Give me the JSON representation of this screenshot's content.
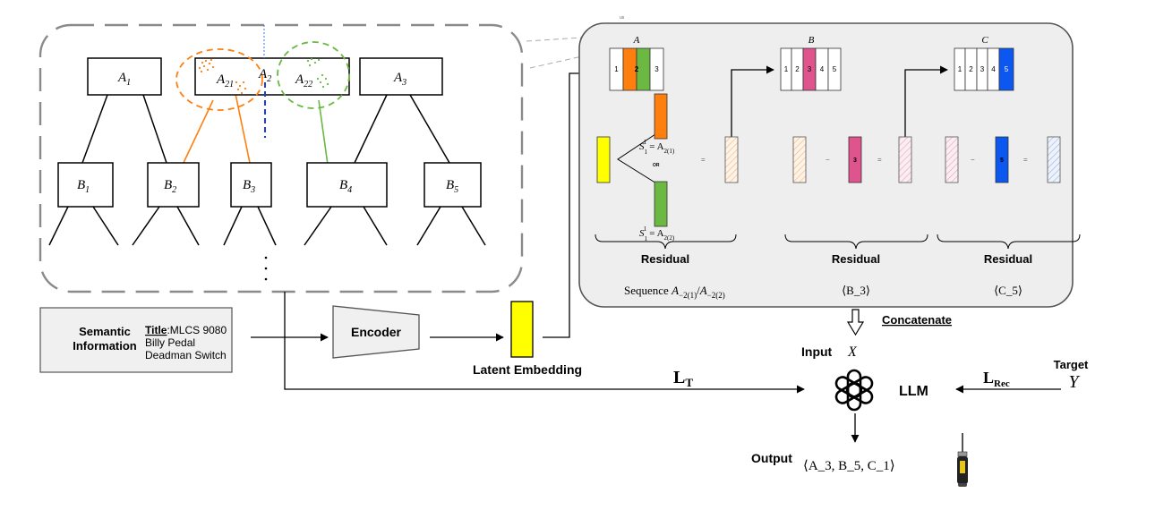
{
  "tree": {
    "root_nodes": [
      {
        "base": "A",
        "sub": "1"
      },
      {
        "base": "A",
        "sub": "2"
      },
      {
        "base": "A",
        "sub": "3"
      }
    ],
    "sub_clusters": [
      {
        "base": "A",
        "sub": "21"
      },
      {
        "base": "A",
        "sub": "22"
      }
    ],
    "child_nodes": [
      {
        "base": "B",
        "sub": "1"
      },
      {
        "base": "B",
        "sub": "2"
      },
      {
        "base": "B",
        "sub": "3"
      },
      {
        "base": "B",
        "sub": "4"
      },
      {
        "base": "B",
        "sub": "5"
      }
    ]
  },
  "semantic": {
    "label_line1": "Semantic",
    "label_line2": "Information",
    "title_key": "Title",
    "title_value": ":MLCS 9080",
    "line2": "Billy Pedal",
    "line3": "Deadman Switch"
  },
  "encoder_label": "Encoder",
  "latent_label": "Latent Embedding",
  "codebooks": {
    "small_mark": "us",
    "A": {
      "title": "A",
      "cells": [
        "1",
        "2",
        "3"
      ]
    },
    "B": {
      "title": "B",
      "cells": [
        "1",
        "2",
        "3",
        "4",
        "5"
      ]
    },
    "C": {
      "title": "C",
      "cells": [
        "1",
        "2",
        "3",
        "4",
        "5"
      ]
    }
  },
  "residual": {
    "s1_top": "S",
    "s1_top_sup": "1",
    "s1_top_sub": "1",
    "s1_top_rhs": "= A",
    "s1_top_rhs_sub": "2(1)",
    "or_label": "OR",
    "s1_bot": "S",
    "s1_bot_sup": "1",
    "s1_bot_sub": "1",
    "s1_bot_rhs": "= A",
    "s1_bot_rhs_sub": "2(2)",
    "equals": "=",
    "minus": "−",
    "mid_bar_label": "3",
    "right_bar_label": "5",
    "labels": [
      "Residual",
      "Residual",
      "Residual"
    ],
    "seq_word": "Sequence ",
    "seq_a": "A",
    "seq_a_sub": "−2(1)",
    "seq_slash": "/",
    "seq_b": "A",
    "seq_b_sub": "−2(2)",
    "seq_b3": "⟨B_3⟩",
    "seq_c5": "⟨C_5⟩"
  },
  "concat_label": "Concatenate",
  "input_label": "Input",
  "input_var": "X",
  "llm_label": "LLM",
  "loss_t": "L",
  "loss_t_sub": "T",
  "loss_rec": "L",
  "loss_rec_sub": "Rec",
  "target_label": "Target",
  "target_var": "Y",
  "output_label": "Output",
  "output_value": "⟨A_3, B_5, C_1⟩",
  "colors": {
    "orange": "#ff7f0e",
    "green": "#6bb842",
    "pink": "#e0548e",
    "blue": "#0b57f0",
    "yellow": "#ffff00",
    "panel_fill": "#eeeeee",
    "panel_stroke": "#555555"
  }
}
